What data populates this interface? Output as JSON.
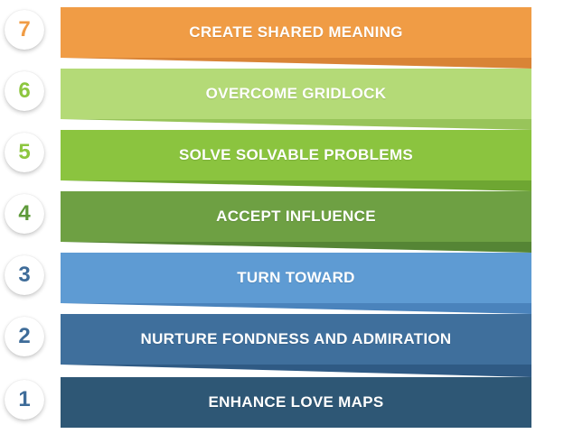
{
  "levels": [
    {
      "number": "7",
      "label": "CREATE SHARED MEANING",
      "color": "#F09C45",
      "fold": "#D98436",
      "number_color": "#F09C45"
    },
    {
      "number": "6",
      "label": "OVERCOME GRIDLOCK",
      "color": "#B4DA77",
      "fold": "#98C45A",
      "number_color": "#8DC63F"
    },
    {
      "number": "5",
      "label": "SOLVE SOLVABLE PROBLEMS",
      "color": "#8BC43F",
      "fold": "#6EA632",
      "number_color": "#8DC63F"
    },
    {
      "number": "4",
      "label": "ACCEPT  INFLUENCE",
      "color": "#6EA043",
      "fold": "#558535",
      "number_color": "#5E9A3A"
    },
    {
      "number": "3",
      "label": "TURN TOWARD",
      "color": "#5E9BD3",
      "fold": "#4A83BC",
      "number_color": "#3E6C99"
    },
    {
      "number": "2",
      "label": "NURTURE FONDNESS AND ADMIRATION",
      "color": "#3F6F9C",
      "fold": "#2F5A84",
      "number_color": "#3E6C99"
    },
    {
      "number": "1",
      "label": "ENHANCE LOVE MAPS",
      "color": "#2E5775",
      "fold": "#1F4360",
      "number_color": "#3E6C99"
    }
  ]
}
